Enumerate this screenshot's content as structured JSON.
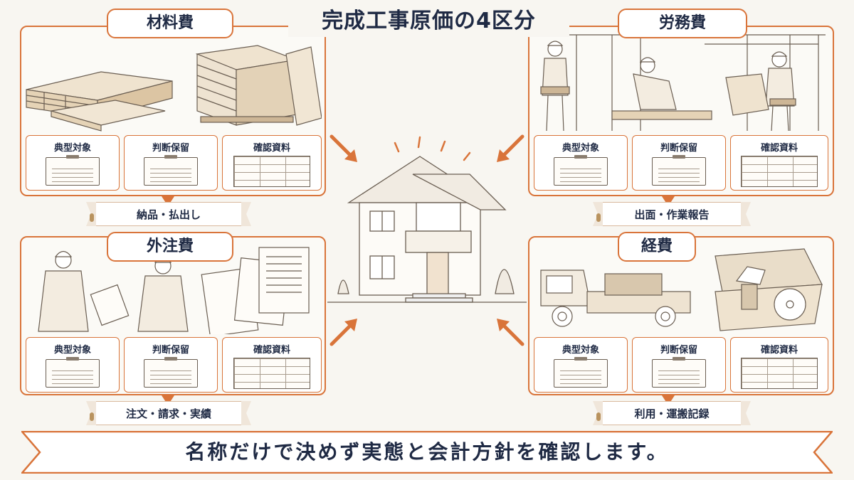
{
  "title": "完成工事原価の4区分",
  "panels": [
    {
      "key": "materials",
      "title": "材料費",
      "cards": [
        "典型対象",
        "判断保留",
        "確認資料"
      ],
      "ribbon": "納品・払出し"
    },
    {
      "key": "labor",
      "title": "労務費",
      "cards": [
        "典型対象",
        "判断保留",
        "確認資料"
      ],
      "ribbon": "出面・作業報告"
    },
    {
      "key": "subcontract",
      "title": "外注費",
      "cards": [
        "典型対象",
        "判断保留",
        "確認資料"
      ],
      "ribbon": "注文・請求・実績"
    },
    {
      "key": "expenses",
      "title": "経費",
      "cards": [
        "典型対象",
        "判断保留",
        "確認資料"
      ],
      "ribbon": "利用・運搬記録"
    }
  ],
  "banner": "名称だけで決めず実態と会計方針を確認します。",
  "colors": {
    "accent": "#d9743a",
    "navy": "#1f2a44",
    "paper": "#f8f6f1"
  }
}
